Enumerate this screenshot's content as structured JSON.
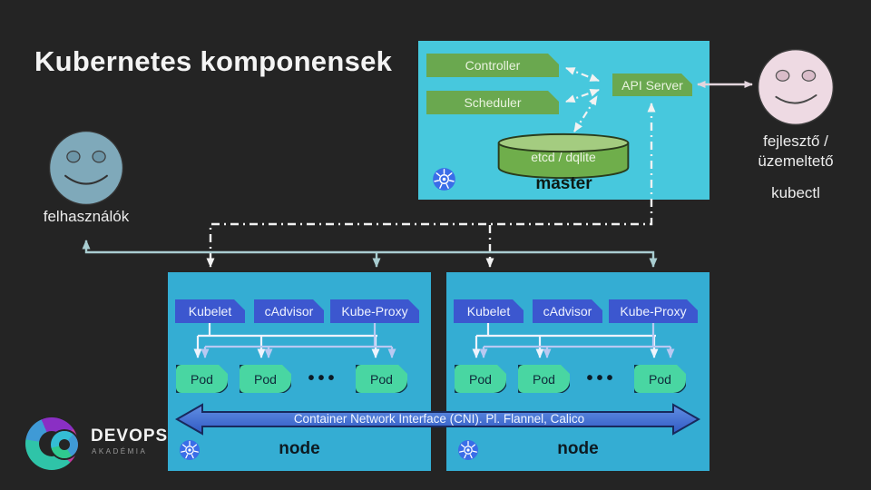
{
  "title": "Kubernetes komponensek",
  "master": {
    "label": "master",
    "controller": "Controller",
    "scheduler": "Scheduler",
    "api_server": "API Server",
    "datastore": "etcd / dqlite"
  },
  "actors": {
    "users_label": "felhasználók",
    "developer_label_line1": "fejlesztő /",
    "developer_label_line2": "üzemeltető",
    "developer_tool": "kubectl"
  },
  "nodes": [
    {
      "label": "node",
      "components": [
        "Kubelet",
        "cAdvisor",
        "Kube-Proxy"
      ],
      "pods": [
        "Pod",
        "Pod",
        "Pod"
      ],
      "ellipsis": "•••"
    },
    {
      "label": "node",
      "components": [
        "Kubelet",
        "cAdvisor",
        "Kube-Proxy"
      ],
      "pods": [
        "Pod",
        "Pod",
        "Pod"
      ],
      "ellipsis": "•••"
    }
  ],
  "cni": {
    "label": "Container Network Interface (CNI). Pl. Flannel, Calico"
  },
  "branding": {
    "name": "DEVOPS",
    "subtitle": "AKADÉMIA"
  },
  "icons": {
    "kubernetes_logo": "kubernetes-helm-wheel",
    "user_face": "smiley-face",
    "developer_face": "smiley-face"
  },
  "colors": {
    "background": "#242424",
    "master_panel": "#47c8dd",
    "node_panel": "#34add3",
    "green_box": "#6aa84f",
    "blue_box": "#3c57cf",
    "pod_box": "#49d6a2",
    "cni_banner": "#3e72d4",
    "kubernetes_blue": "#3a6de8",
    "user_face": "#7fa9ba",
    "developer_face": "#eedae3",
    "control_line": "#f2f2f2",
    "user_line": "#a9cdd1",
    "proxy_line": "#b9c9f2",
    "developer_line": "#e3d5dd"
  }
}
